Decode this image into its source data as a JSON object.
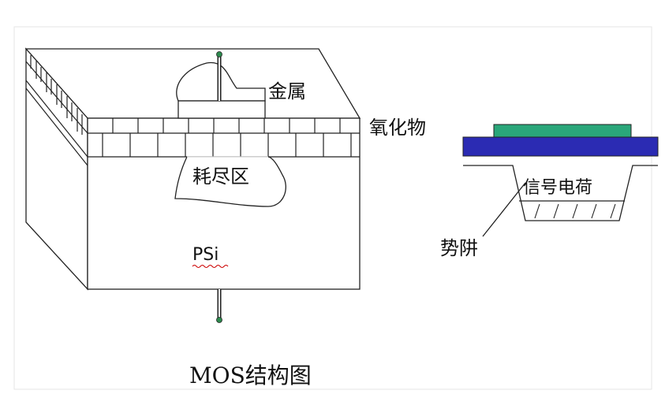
{
  "labels": {
    "metal": "金属",
    "oxide": "氧化物",
    "depletion": "耗尽区",
    "substrate": "PSi",
    "signal_charge": "信号电荷",
    "potential_well": "势阱",
    "caption": "MOS结构图"
  },
  "colors": {
    "line": "#222222",
    "outer_frame": "#e6e6e6",
    "electrode_green": "#2aa77a",
    "electrode_blue": "#2b2bb3",
    "terminal_green": "#2d8a4e",
    "underline_red": "#cc0000"
  }
}
